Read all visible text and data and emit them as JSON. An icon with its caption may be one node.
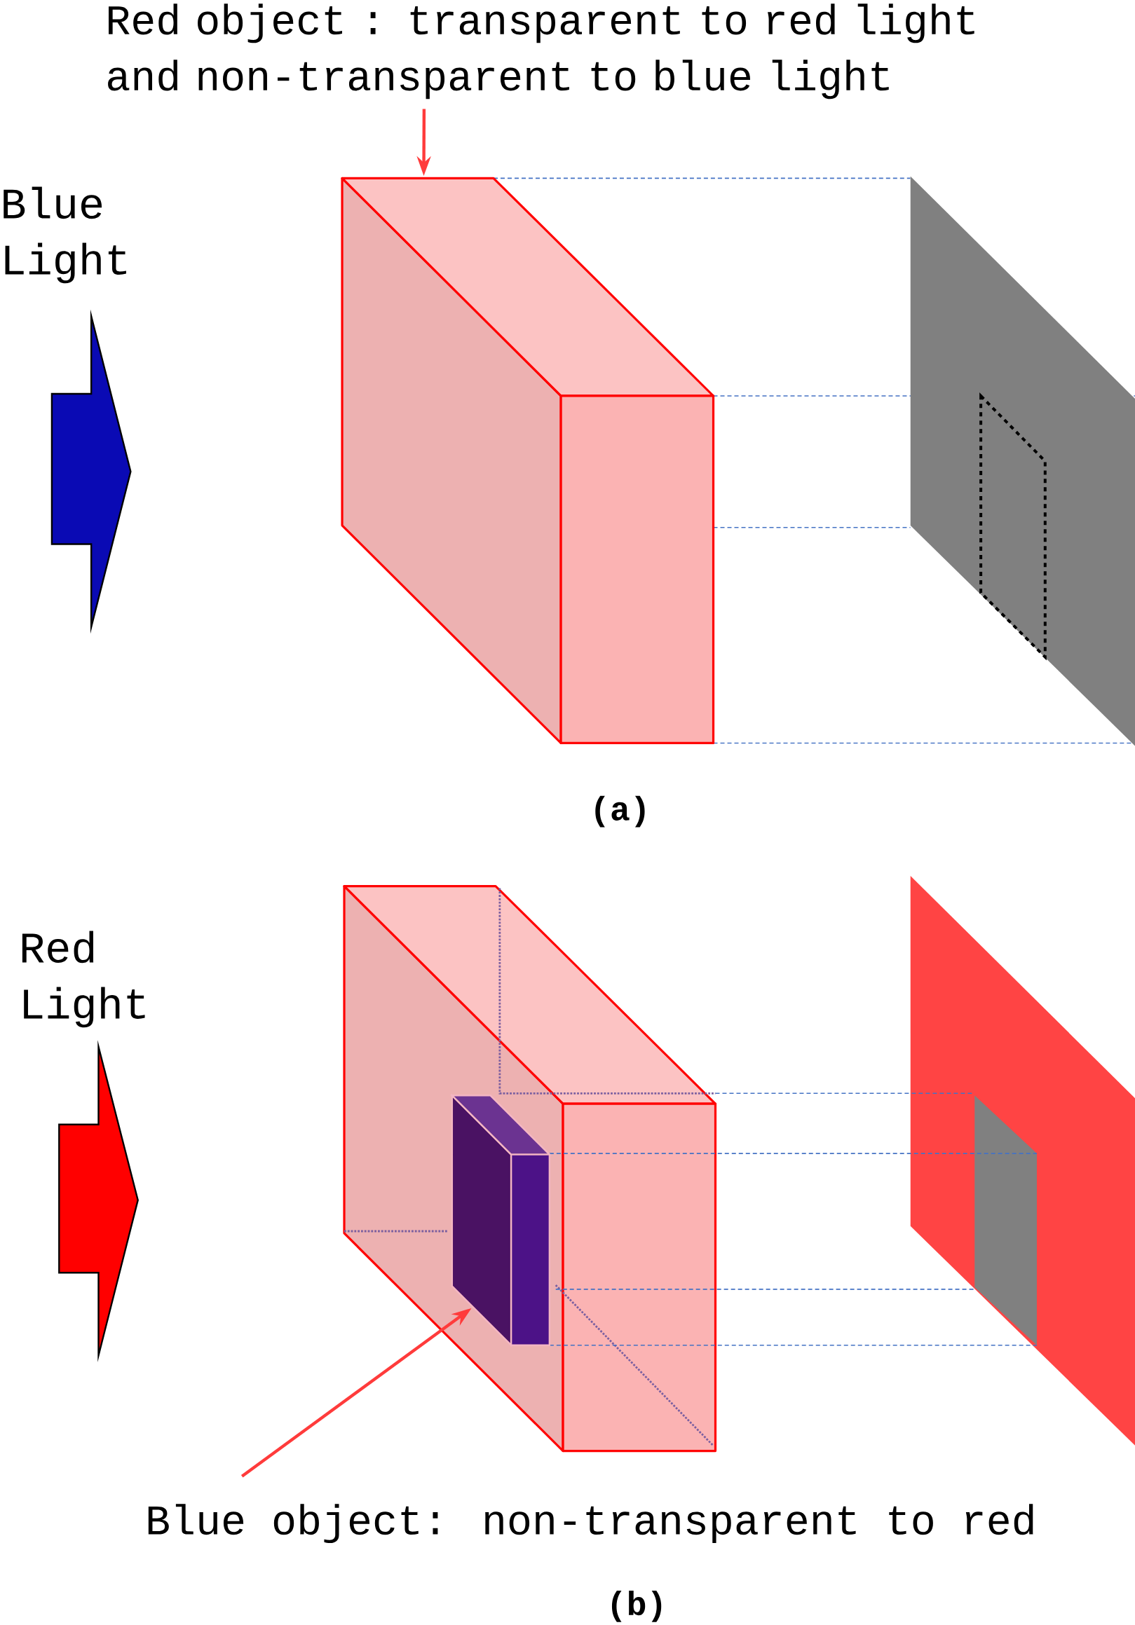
{
  "diagram": {
    "nodes": [
      {
        "text": [
          "Red object : transparent to red light and non-transparent to blue light"
        ]
      },
      {
        "text": [],
        "shape": "box"
      },
      {
        "text": [
          "Blue object:  non-transparent to red"
        ]
      },
      {
        "text": [],
        "shape": "box"
      }
    ],
    "edges": [
      {
        "from": 0,
        "to": 1,
        "arrow": "to"
      },
      {
        "from": 2,
        "to": 3,
        "arrow": "to"
      }
    ],
    "labels": [
      "Blue Light",
      "(a)",
      "Red Light",
      "(b)"
    ]
  }
}
